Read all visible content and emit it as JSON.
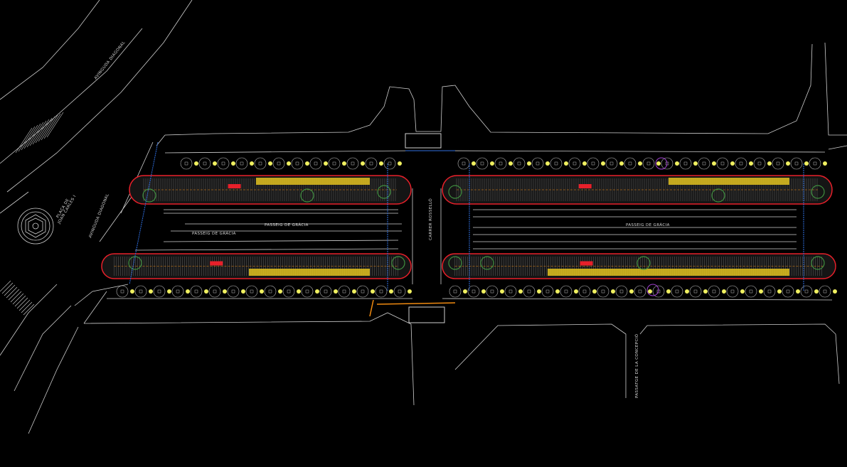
{
  "drawing": {
    "labels": {
      "avinguda_diagonal_top": "AVINGUDA DIAGONAL",
      "avinguda_diagonal_left": "AVINGUDA DIAGONAL",
      "placa_line1": "PLAÇA DE",
      "placa_line2": "JOAN CARLES I",
      "passeig_left_1": "PASSEIG DE GRÀCIA",
      "passeig_left_2": "PASSEIG DE GRÀCIA",
      "passeig_right": "PASSEIG DE GRÀCIA",
      "carrer_rossello": "CARRER ROSSELLÓ",
      "passatge_concepcio": "PASSATGE DE LA CONCEPCIÓ"
    },
    "colors": {
      "background": "#000000",
      "linework": "#cfcfcf",
      "median_outline": "#e8202a",
      "paving": "#e2c21e",
      "lamps": "#f0f060",
      "trees": "#3f8f3f",
      "services": "#2f6fe0",
      "works": "#f08a10",
      "marker": "#a040d0"
    }
  }
}
